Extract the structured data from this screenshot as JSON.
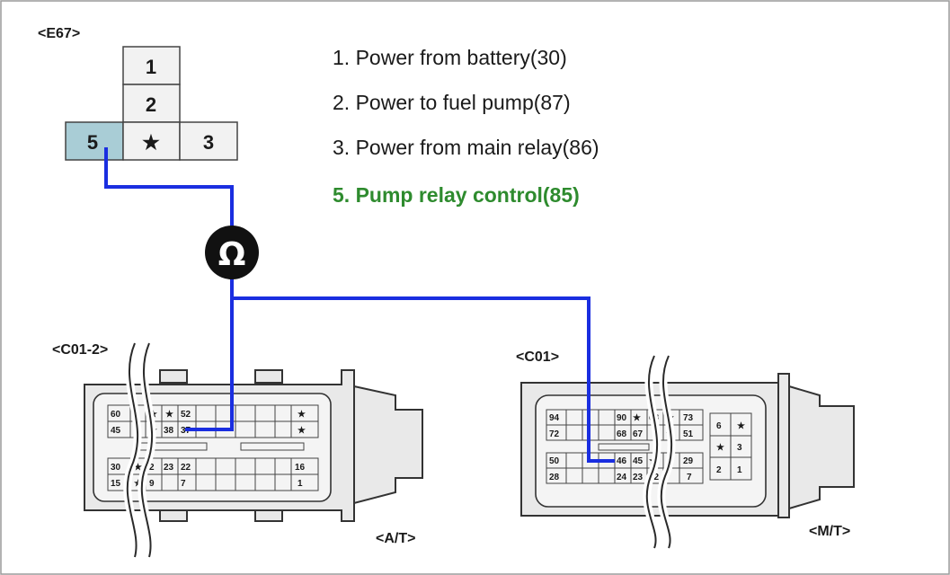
{
  "relay": {
    "label": "<E67>",
    "pins": {
      "p1": "1",
      "p2": "2",
      "p5": "5",
      "p3": "3",
      "star": "★"
    }
  },
  "legend": {
    "line1": "1. Power from battery(30)",
    "line2": "2. Power to fuel pump(87)",
    "line3": "3. Power from main relay(86)",
    "line4": "5. Pump relay control(85)",
    "highlight_color": "#2e8b2e"
  },
  "meter": {
    "symbol": "Ω",
    "icon": "ohmmeter-icon"
  },
  "wire_color": "#1a2ee0",
  "connector_at": {
    "label": "<C01-2>",
    "variant": "<A/T>",
    "pins_top1": [
      "60",
      "5",
      "★",
      "★",
      "52",
      "★"
    ],
    "pins_top2": [
      "45",
      "★",
      "38",
      "37",
      "★"
    ],
    "pins_bot1": [
      "30",
      "★",
      "2",
      "23",
      "22",
      "16"
    ],
    "pins_bot2": [
      "15",
      "★",
      "9",
      "7",
      "1"
    ]
  },
  "connector_mt": {
    "label": "<C01>",
    "variant": "<M/T>",
    "pins_r1": [
      "94",
      "90",
      "★",
      "68",
      "★",
      "73"
    ],
    "pins_r2": [
      "72",
      "68",
      "67",
      "6",
      "★",
      "51"
    ],
    "pins_r3": [
      "50",
      "46",
      "45",
      "★",
      "3",
      "29"
    ],
    "pins_r4": [
      "28",
      "24",
      "23",
      "22",
      "7"
    ],
    "side_pins": [
      "6",
      "★",
      "★",
      "3",
      "2",
      "1"
    ]
  }
}
